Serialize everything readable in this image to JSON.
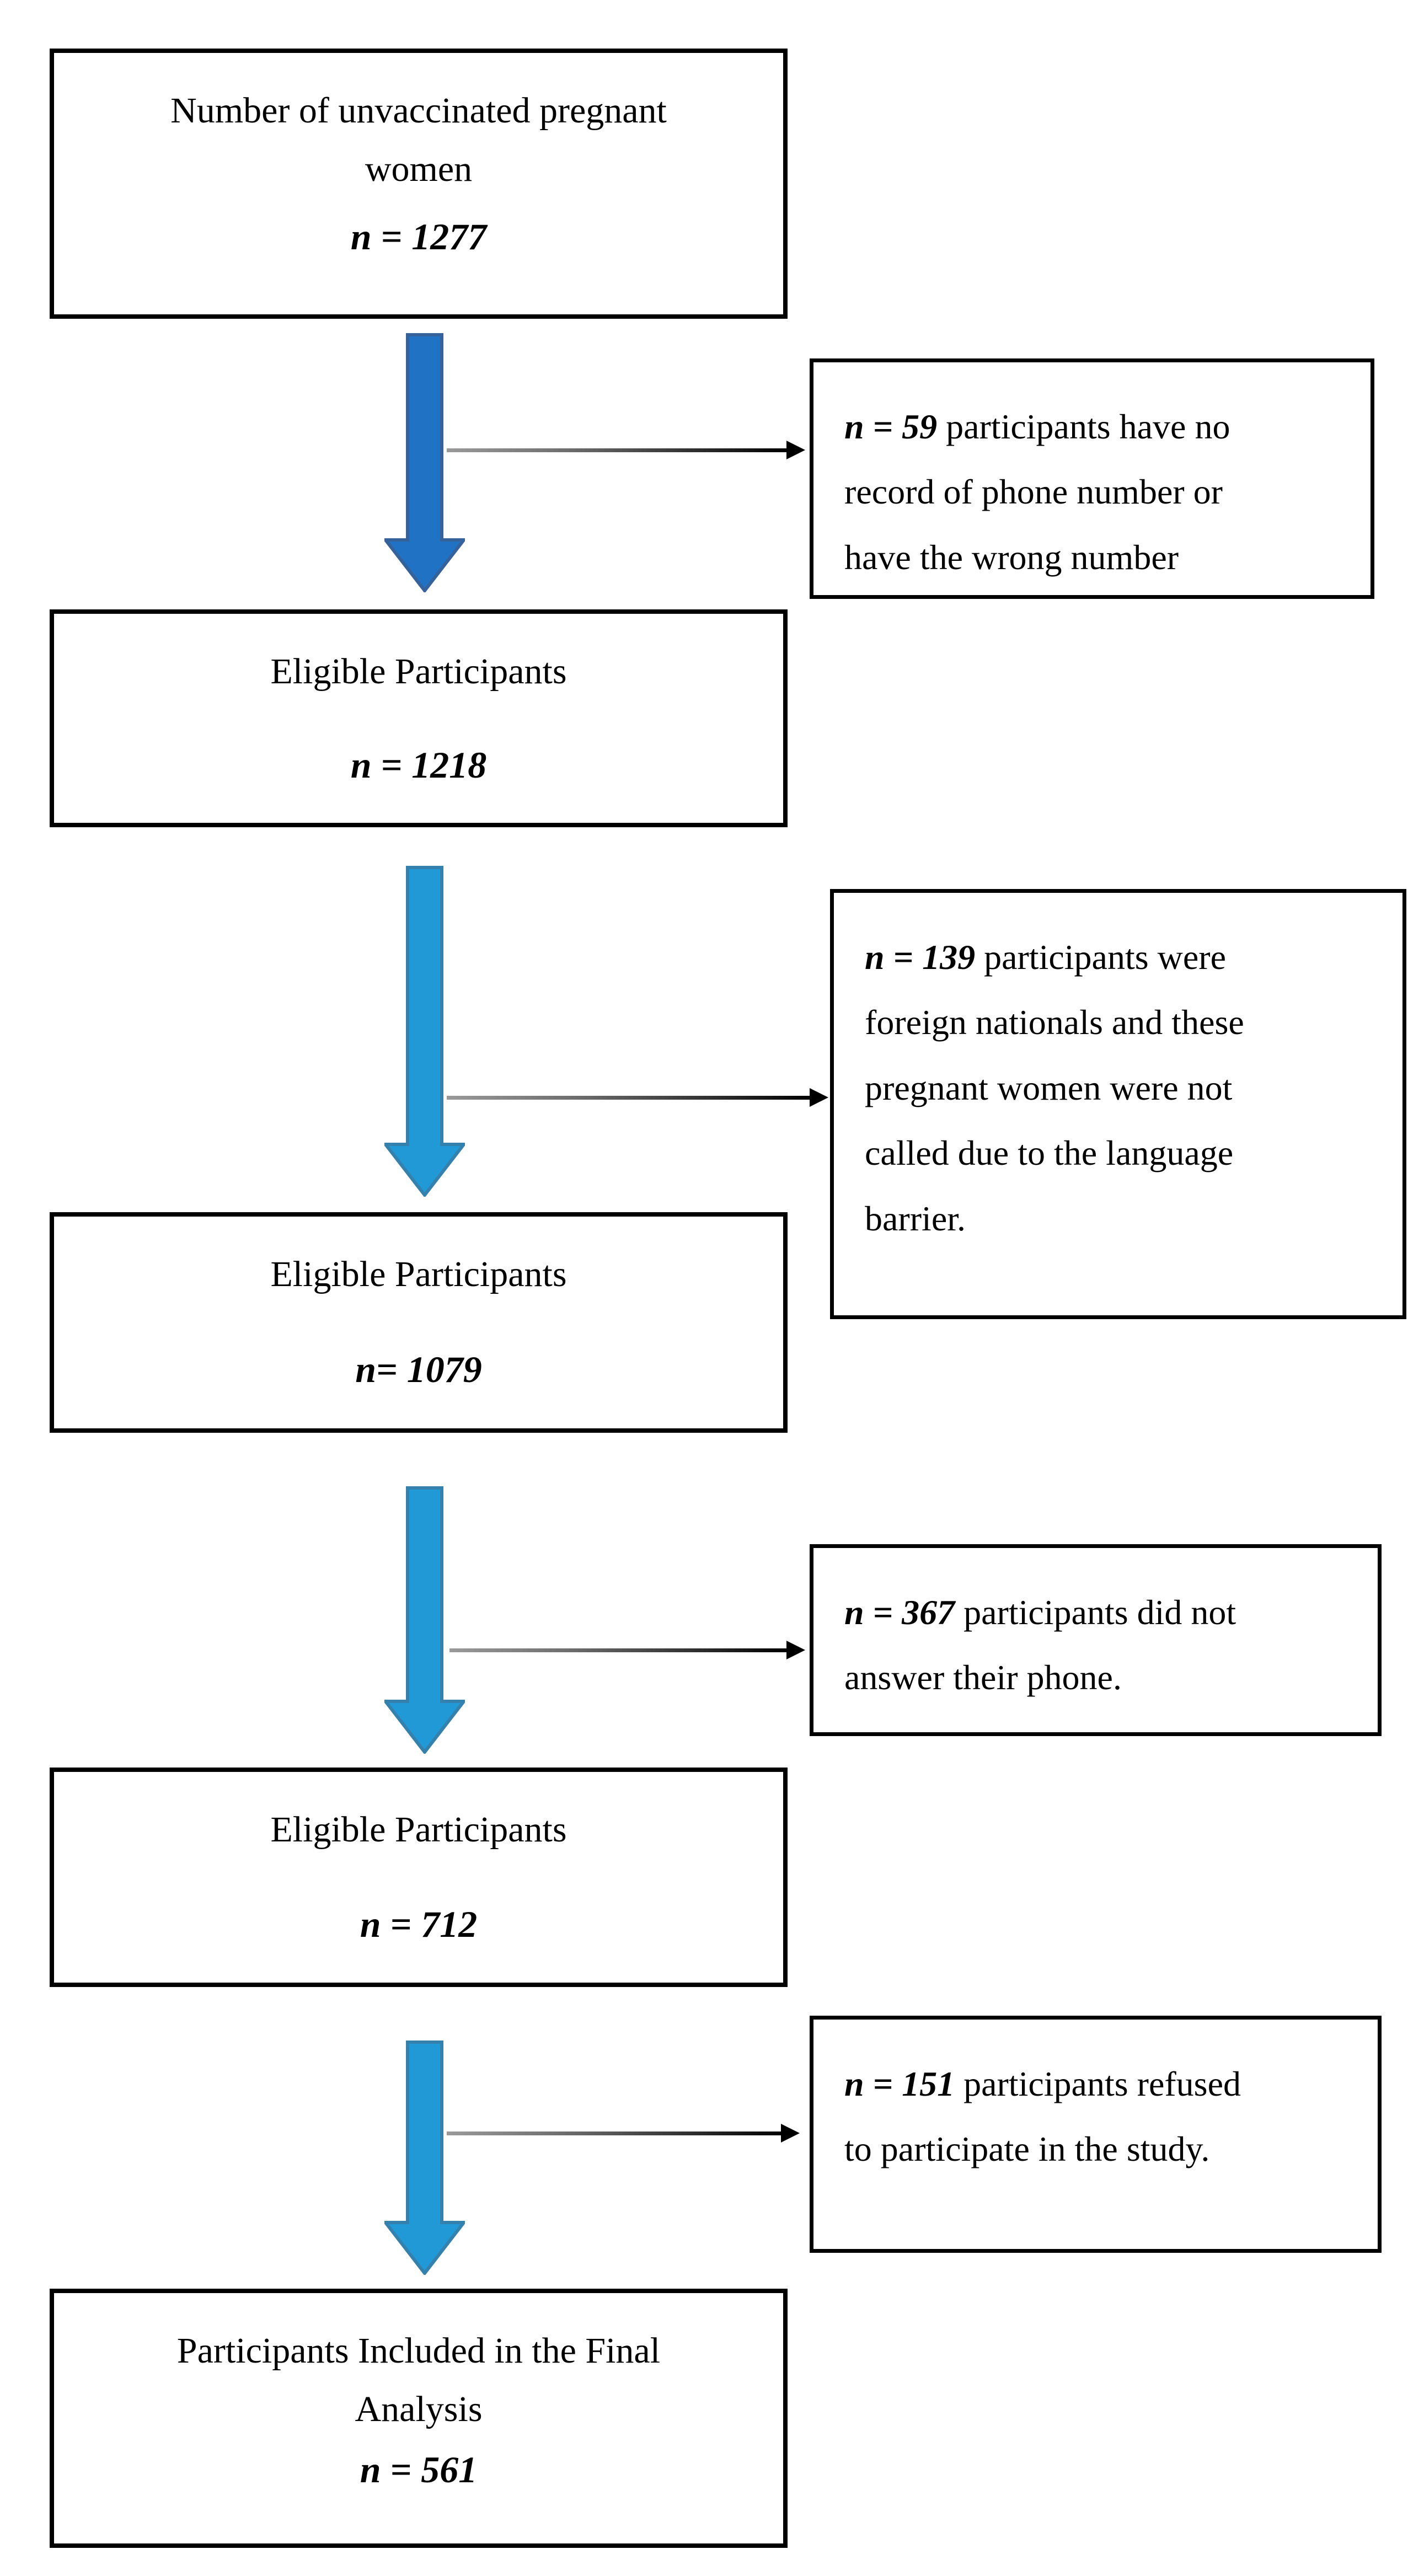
{
  "flow": {
    "boxes": [
      {
        "title": "Number of unvaccinated pregnant\nwomen",
        "n": "n = 1277"
      },
      {
        "title": "Eligible Participants",
        "n": "n = 1218"
      },
      {
        "title": "Eligible Participants",
        "n": "n= 1079"
      },
      {
        "title": "Eligible Participants",
        "n": "n = 712"
      },
      {
        "title": "Participants Included in the Final\nAnalysis",
        "n": "n = 561"
      }
    ],
    "exclusions": [
      {
        "n": "n = 59",
        "text": " participants have no\nrecord of phone number or\nhave the wrong number"
      },
      {
        "n": "n = 139",
        "text": " participants were\nforeign nationals and these\npregnant women were not\ncalled due to the language\nbarrier."
      },
      {
        "n": "n = 367",
        "text": " participants did not\nanswer their phone."
      },
      {
        "n": "n = 151",
        "text": " participants refused\nto participate in the study."
      }
    ],
    "arrows": [
      {
        "fill": "#1F72C4",
        "border": "#35629B"
      },
      {
        "fill": "#2199D6",
        "border": "#3581AD"
      },
      {
        "fill": "#2199D6",
        "border": "#3581AD"
      },
      {
        "fill": "#2199D6",
        "border": "#3581AD"
      }
    ],
    "connector_color": "#000000",
    "box_border_color": "#000000",
    "background_color": "#ffffff"
  }
}
